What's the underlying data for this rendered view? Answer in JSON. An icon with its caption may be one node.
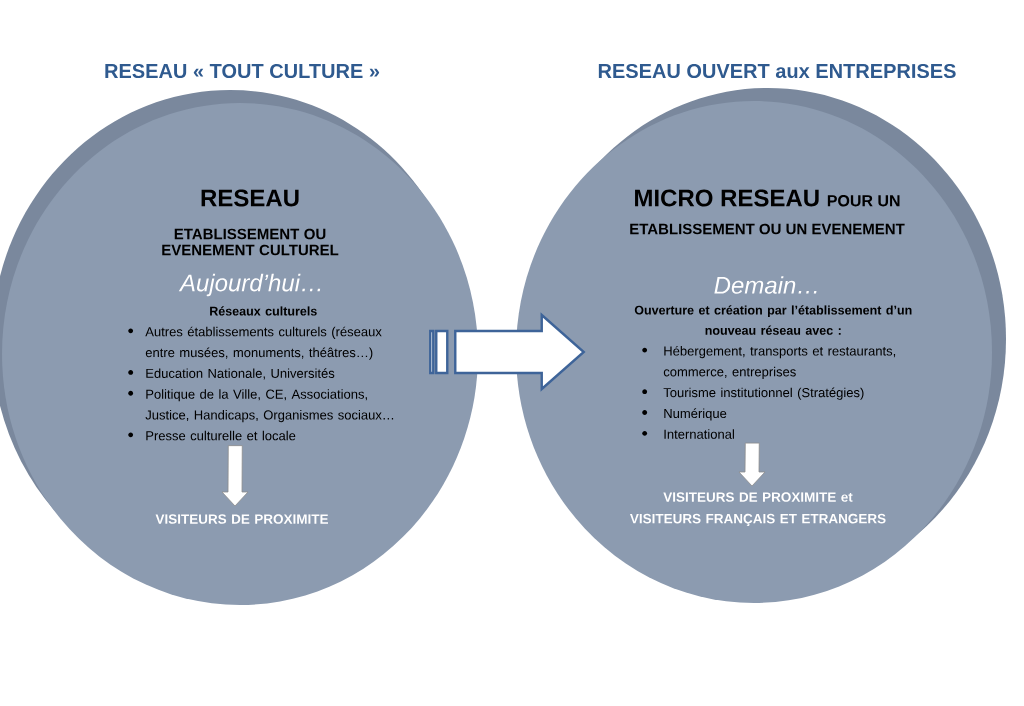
{
  "diagram": {
    "nodes": [
      {
        "text": [
          "RESEAU « TOUT CULTURE »",
          "RESEAU",
          "ETABLISSEMENT OU EVENEMENT CULTUREL",
          "Aujourd’hui…"
        ]
      },
      {
        "text": [
          "Réseaux culturels",
          "Autres établissements culturels (réseaux entre musées, monuments, théâtres…)",
          "Education Nationale, Universités",
          "Politique de la Ville, CE, Associations, Justice, Handicaps, Organismes sociaux…",
          "Presse culturelle et locale"
        ],
        "in": 0
      },
      {
        "text": [
          "VISITEURS DE PROXIMITE"
        ],
        "in": 0
      },
      {
        "text": [
          "RESEAU OUVERT aux ENTREPRISES",
          "MICRO RESEAU",
          "POUR UN",
          "ETABLISSEMENT OU UN EVENEMENT",
          "Demain…"
        ]
      },
      {
        "text": [
          "Ouverture et création par l’établissement d’un nouveau réseau avec :",
          "Hébergement, transports et restaurants, commerce, entreprises",
          "Tourisme institutionnel (Stratégies)",
          "Numérique",
          "International"
        ],
        "in": 3
      },
      {
        "text": [
          "VISITEURS DE PROXIMITE et",
          "VISITEURS FRANÇAIS ET ETRANGERS"
        ],
        "in": 3
      }
    ],
    "edges": [
      {
        "from": 0,
        "to": 3,
        "arrow": "to"
      },
      {
        "from": 1,
        "to": 2,
        "arrow": "to"
      },
      {
        "from": 4,
        "to": 5,
        "arrow": "to"
      }
    ]
  }
}
